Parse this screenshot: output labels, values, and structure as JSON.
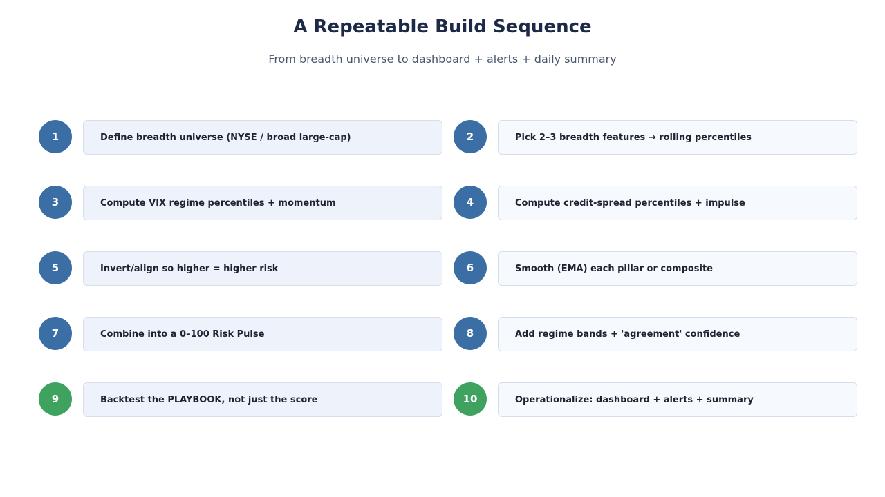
{
  "header": {
    "title": "A Repeatable Build Sequence",
    "subtitle": "From breadth universe to dashboard + alerts + daily summary"
  },
  "colors": {
    "step_blue": "#3b6ea5",
    "step_green": "#3fa35f",
    "box_left_bg": "#eef2fa",
    "box_right_bg": "#f6f9fe"
  },
  "steps": [
    {
      "number": "1",
      "label": "Define breadth universe (NYSE / broad large-cap)"
    },
    {
      "number": "2",
      "label": "Pick 2–3 breadth features → rolling percentiles"
    },
    {
      "number": "3",
      "label": "Compute VIX regime percentiles + momentum"
    },
    {
      "number": "4",
      "label": "Compute credit-spread percentiles + impulse"
    },
    {
      "number": "5",
      "label": "Invert/align so higher = higher risk"
    },
    {
      "number": "6",
      "label": "Smooth (EMA) each pillar or composite"
    },
    {
      "number": "7",
      "label": "Combine into a 0–100 Risk Pulse"
    },
    {
      "number": "8",
      "label": "Add regime bands + 'agreement' confidence"
    },
    {
      "number": "9",
      "label": "Backtest the PLAYBOOK, not just the score"
    },
    {
      "number": "10",
      "label": "Operationalize: dashboard + alerts + summary"
    }
  ]
}
